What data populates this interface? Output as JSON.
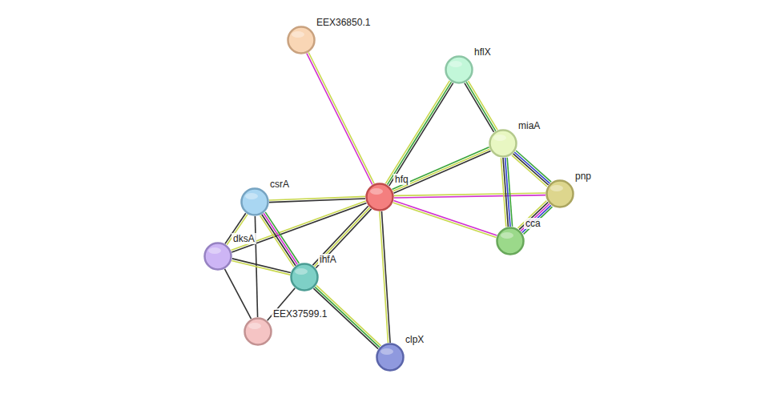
{
  "diagram": {
    "nodes": [
      {
        "text": [
          "EEX36850.1"
        ]
      },
      {
        "text": [
          "hflX"
        ]
      },
      {
        "text": [
          "miaA"
        ]
      },
      {
        "text": [
          "pnp"
        ]
      },
      {
        "text": [
          "hfq"
        ]
      },
      {
        "text": [
          "csrA"
        ]
      },
      {
        "text": [
          "cca"
        ]
      },
      {
        "text": [
          "dksA"
        ]
      },
      {
        "text": [
          "ihfA"
        ]
      },
      {
        "text": [
          "EEX37599.1"
        ]
      },
      {
        "text": [
          "clpX"
        ]
      }
    ],
    "edges": [
      {
        "from": 4,
        "to": 0,
        "arrow": "none"
      },
      {
        "from": 4,
        "to": 1,
        "arrow": "none"
      },
      {
        "from": 4,
        "to": 2,
        "arrow": "none"
      },
      {
        "from": 4,
        "to": 3,
        "arrow": "none"
      },
      {
        "from": 4,
        "to": 6,
        "arrow": "none"
      },
      {
        "from": 4,
        "to": 5,
        "arrow": "none"
      },
      {
        "from": 4,
        "to": 7,
        "arrow": "none"
      },
      {
        "from": 4,
        "to": 8,
        "arrow": "none"
      },
      {
        "from": 4,
        "to": 10,
        "arrow": "none"
      },
      {
        "from": 1,
        "to": 2,
        "arrow": "none"
      },
      {
        "from": 2,
        "to": 3,
        "arrow": "none"
      },
      {
        "from": 2,
        "to": 6,
        "arrow": "none"
      },
      {
        "from": 3,
        "to": 6,
        "arrow": "none"
      },
      {
        "from": 5,
        "to": 7,
        "arrow": "none"
      },
      {
        "from": 5,
        "to": 8,
        "arrow": "none"
      },
      {
        "from": 5,
        "to": 9,
        "arrow": "none"
      },
      {
        "from": 7,
        "to": 8,
        "arrow": "none"
      },
      {
        "from": 7,
        "to": 9,
        "arrow": "none"
      },
      {
        "from": 8,
        "to": 9,
        "arrow": "none"
      },
      {
        "from": 8,
        "to": 10,
        "arrow": "none"
      }
    ]
  }
}
